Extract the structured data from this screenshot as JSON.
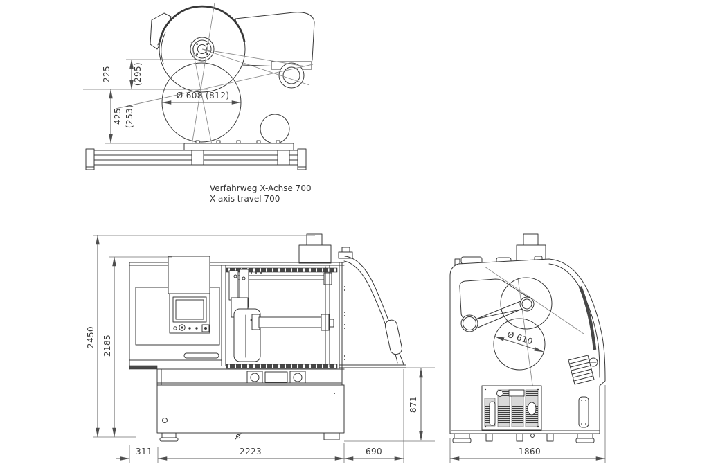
{
  "colors": {
    "background": "#ffffff",
    "drawing_line": "#383838",
    "dimension_line": "#5a5a5a",
    "text": "#3d3d3d"
  },
  "detail_view": {
    "dim_head_offset_value": "225",
    "dim_head_offset_alt": "(295)",
    "dim_blade_drop_value": "425",
    "dim_blade_drop_alt": "(253)",
    "dim_blade_diameter": "Ø 608 (812)",
    "caption_line1": "Verfahrweg X-Achse 700",
    "caption_line2": "X-axis travel 700"
  },
  "front_view": {
    "dim_total_height": "2450",
    "dim_body_height": "2185",
    "dim_base_height": "871",
    "dim_left_offset": "311",
    "dim_body_width": "2223",
    "dim_right_offset": "690"
  },
  "side_view": {
    "dim_blade_diameter": "Ø 610",
    "dim_total_depth": "1860"
  }
}
